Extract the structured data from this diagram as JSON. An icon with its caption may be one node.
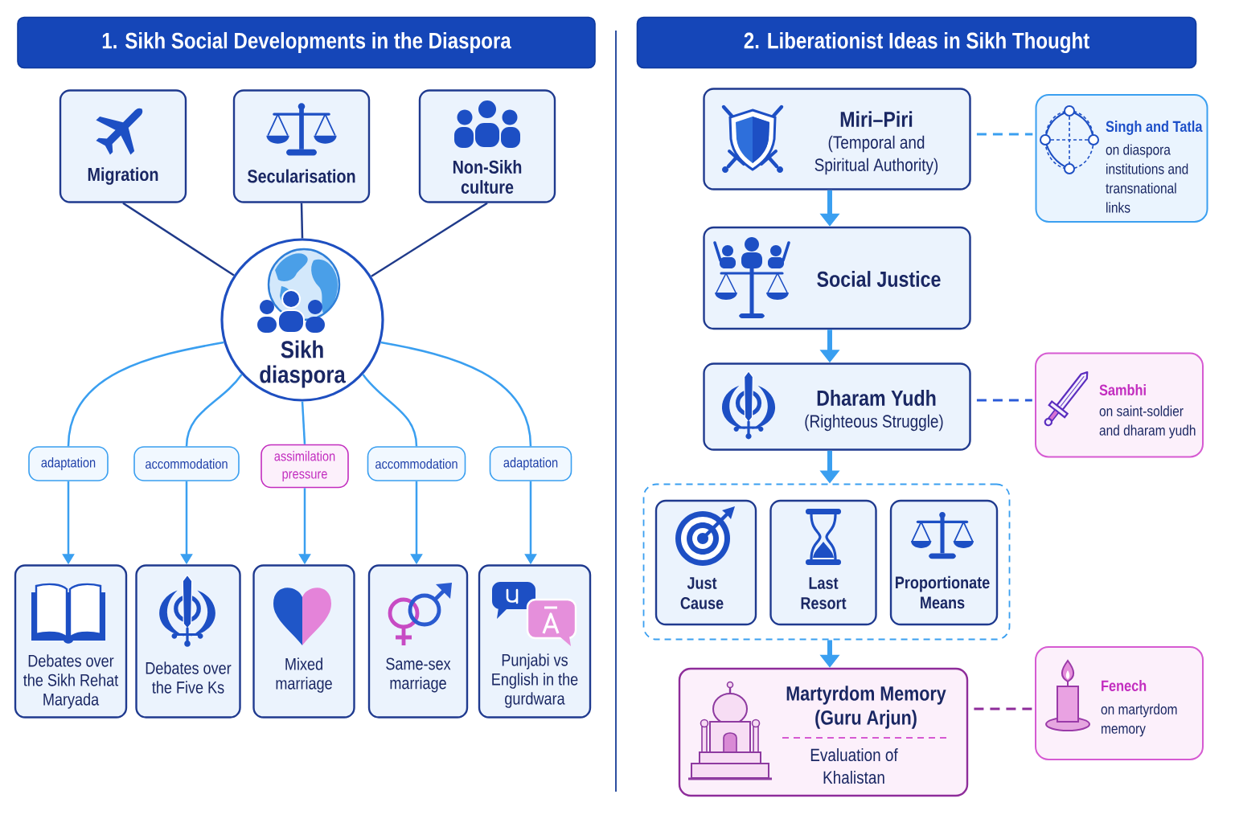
{
  "diagram": {
    "nodes": [
      {
        "text": [
          "1. Sikh Social Developments in the Diaspora"
        ]
      },
      {
        "text": [
          "Migration"
        ]
      },
      {
        "text": [
          "Secularisation"
        ]
      },
      {
        "text": [
          "Non-Sikh culture"
        ]
      },
      {
        "text": [
          "Sikh diaspora"
        ]
      },
      {
        "text": [
          "adaptation"
        ]
      },
      {
        "text": [
          "accommodation"
        ]
      },
      {
        "text": [
          "assimilation pressure"
        ]
      },
      {
        "text": [
          "accommodation"
        ]
      },
      {
        "text": [
          "adaptation"
        ]
      },
      {
        "text": [
          "Debates over the Sikh Rehat Maryada"
        ]
      },
      {
        "text": [
          "Debates over the Five Ks"
        ]
      },
      {
        "text": [
          "Mixed marriage"
        ]
      },
      {
        "text": [
          "Same-sex marriage"
        ]
      },
      {
        "text": [
          "Punjabi vs English in the gurdwara"
        ]
      },
      {
        "text": [
          "2. Liberationist Ideas in Sikh Thought"
        ]
      },
      {
        "text": [
          "Miri–Piri",
          "(Temporal and Spiritual Authority)"
        ]
      },
      {
        "text": [
          "Singh and Tatla",
          "on diaspora institutions and transnational links"
        ]
      },
      {
        "text": [
          "Social Justice"
        ]
      },
      {
        "text": [
          "Dharam Yudh",
          "(Righteous Struggle)"
        ]
      },
      {
        "text": [
          "Sambhi",
          "on saint-soldier and dharam yudh"
        ]
      },
      {
        "text": [],
        "shape": "box"
      },
      {
        "text": [
          "Just Cause"
        ],
        "in": 21
      },
      {
        "text": [
          "Last Resort"
        ],
        "in": 21
      },
      {
        "text": [
          "Proportionate Means"
        ],
        "in": 21
      },
      {
        "text": [
          "Martyrdom Memory (Guru Arjun)",
          "Evaluation of Khalistan"
        ]
      },
      {
        "text": [
          "Fenech",
          "on martyrdom memory"
        ]
      }
    ],
    "edges": [
      {
        "from": 1,
        "to": 4,
        "arrow": "none",
        "color": "#1f3a8a"
      },
      {
        "from": 2,
        "to": 4,
        "arrow": "none",
        "color": "#1f3a8a"
      },
      {
        "from": 3,
        "to": 4,
        "arrow": "none",
        "color": "#1f3a8a"
      },
      {
        "from": 4,
        "to": 5,
        "arrow": "none"
      },
      {
        "from": 4,
        "to": 6,
        "arrow": "none"
      },
      {
        "from": 4,
        "to": 7,
        "arrow": "none"
      },
      {
        "from": 4,
        "to": 8,
        "arrow": "none"
      },
      {
        "from": 4,
        "to": 9,
        "arrow": "none"
      },
      {
        "from": 5,
        "to": 10,
        "arrow": "to"
      },
      {
        "from": 6,
        "to": 11,
        "arrow": "to"
      },
      {
        "from": 7,
        "to": 12,
        "arrow": "to"
      },
      {
        "from": 8,
        "to": 13,
        "arrow": "to"
      },
      {
        "from": 9,
        "to": 14,
        "arrow": "to"
      },
      {
        "from": 16,
        "to": 18,
        "arrow": "to",
        "style": "thick"
      },
      {
        "from": 18,
        "to": 19,
        "arrow": "to",
        "style": "thick"
      },
      {
        "from": 19,
        "to": 21,
        "arrow": "to",
        "style": "thick"
      },
      {
        "from": 21,
        "to": 25,
        "arrow": "to",
        "style": "thick"
      },
      {
        "from": 16,
        "to": 17,
        "arrow": "none",
        "style": "dashed"
      },
      {
        "from": 19,
        "to": 20,
        "arrow": "none",
        "style": "dashed",
        "color": "#2a5bd8"
      },
      {
        "from": 25,
        "to": 26,
        "arrow": "none",
        "style": "dashed",
        "color": "#8e2c9a"
      }
    ]
  }
}
